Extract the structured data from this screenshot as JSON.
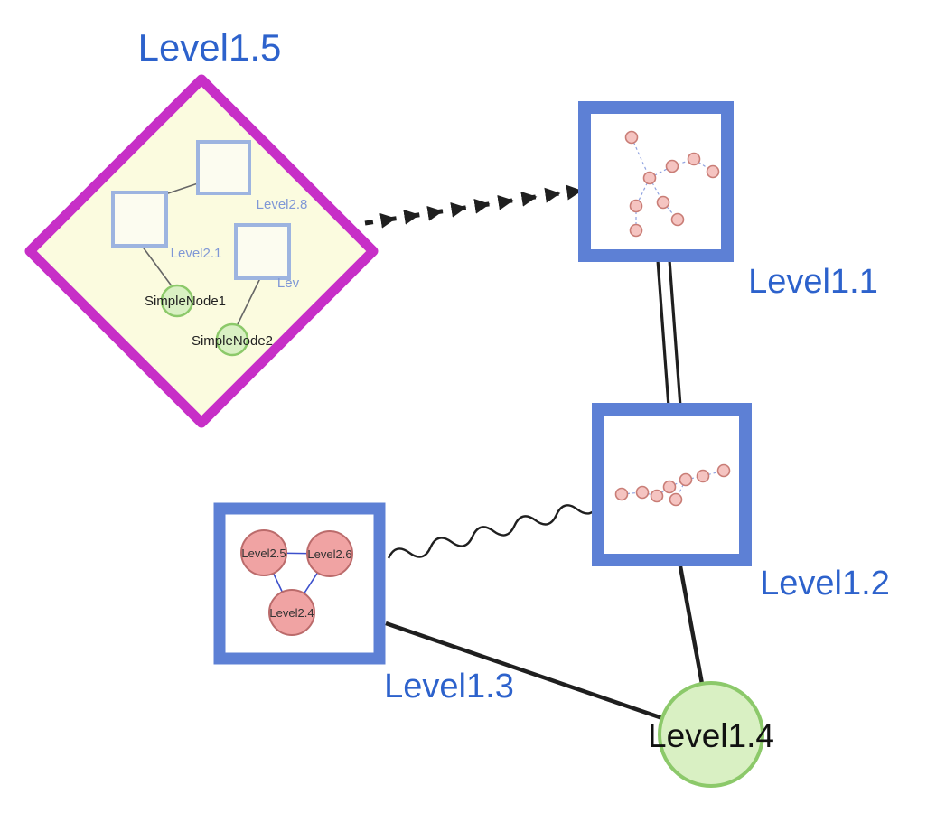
{
  "colors": {
    "magenta": "#c72fc7",
    "diamond-fill": "#fbfbdf",
    "group-border": "#5d80d5",
    "group-fill": "#ffffff",
    "label-blue": "#2d62cc",
    "inner-square-border": "#9db4e0",
    "inner-square-fill": "#fcfcf0",
    "inner-label-blue": "#7f97d6",
    "green-fill": "#d9f0c3",
    "green-border": "#8cc96a",
    "pink-fill": "#f0a3a3",
    "pink-border": "#bb6b6b",
    "mini-node-fill": "#f5c4c1",
    "mini-node-border": "#c97d76",
    "mini-edge": "#8fa2e0",
    "triangle-edge": "#3c50cc",
    "edge-dark": "#1f1f1f",
    "thin-edge": "#666666"
  },
  "nodes": {
    "level15": {
      "label": "Level1.5"
    },
    "level11": {
      "label": "Level1.1"
    },
    "level12": {
      "label": "Level1.2"
    },
    "level13": {
      "label": "Level1.3"
    },
    "level14": {
      "label": "Level1.4"
    },
    "level28": {
      "label": "Level2.8"
    },
    "level21": {
      "label": "Level2.1"
    },
    "lev": {
      "label": "Lev"
    },
    "simple1": {
      "label": "SimpleNode1"
    },
    "simple2": {
      "label": "SimpleNode2"
    },
    "level25": {
      "label": "Level2.5"
    },
    "level26": {
      "label": "Level2.6"
    },
    "level24": {
      "label": "Level2.4"
    }
  }
}
